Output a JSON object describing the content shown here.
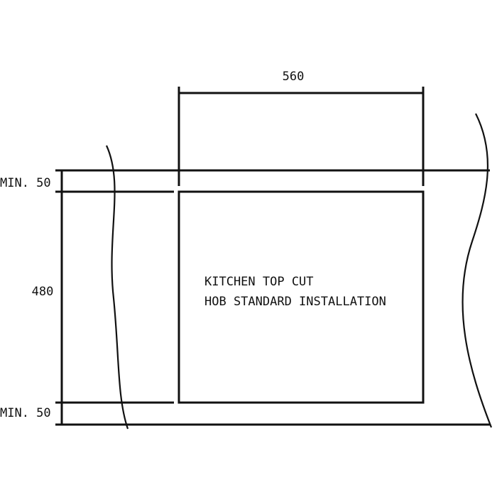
{
  "diagram": {
    "width_dimension": "560",
    "height_dimension": "480",
    "top_clearance": "MIN. 50",
    "bottom_clearance": "MIN. 50",
    "label_line1": "KITCHEN TOP CUT",
    "label_line2": "HOB STANDARD INSTALLATION"
  }
}
